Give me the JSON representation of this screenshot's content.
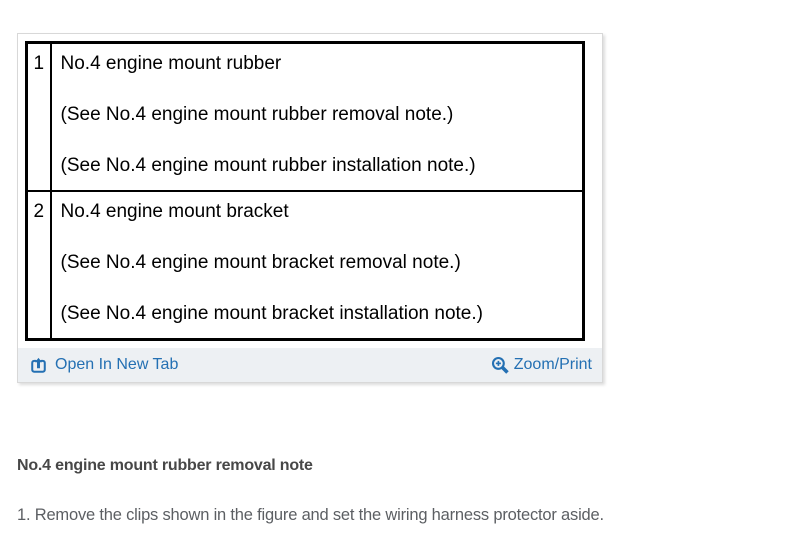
{
  "panel": {
    "table": {
      "rows": [
        {
          "num": "1",
          "lines": [
            "No.4 engine mount rubber",
            "(See No.4 engine mount rubber removal note.)",
            "(See No.4 engine mount rubber installation note.)"
          ]
        },
        {
          "num": "2",
          "lines": [
            "No.4 engine mount bracket",
            "(See No.4 engine mount bracket removal note.)",
            "(See No.4 engine mount bracket installation note.)"
          ]
        }
      ]
    },
    "footer": {
      "open_in_new_tab_label": "Open In New Tab",
      "zoom_print_label": "Zoom/Print"
    }
  },
  "notes": {
    "heading": "No.4 engine mount rubber removal note",
    "step1": "1. Remove the clips shown in the figure and set the wiring harness protector aside."
  },
  "colors": {
    "link_blue": "#2470b3",
    "footer_bg": "#edf0f3",
    "table_border": "#000000",
    "panel_border": "#d8d8d8",
    "heading_text": "#474747",
    "body_text": "#5c5f63"
  }
}
